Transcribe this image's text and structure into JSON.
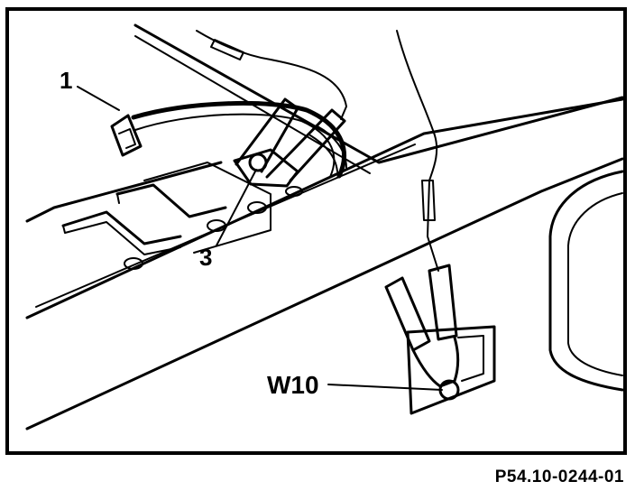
{
  "callouts": {
    "one": "1",
    "three": "3",
    "w10": "W10"
  },
  "figure_code": "P54.10-0244-01",
  "colors": {
    "ink": "#000000",
    "paper": "#ffffff"
  }
}
